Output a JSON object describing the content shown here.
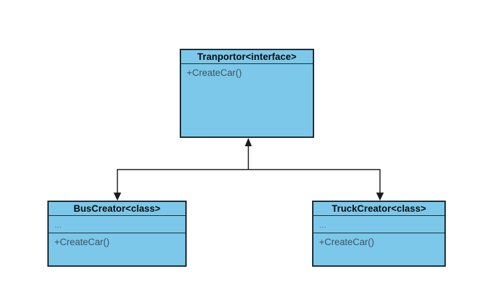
{
  "diagram": {
    "colors": {
      "background": "#ffffff",
      "box_fill": "#7bc8ea",
      "box_border": "#1c2b33",
      "title_text": "#0a0a0a",
      "method_text": "#3f5260",
      "attribute_text": "#4f7f9e",
      "connector": "#1a1a1a"
    },
    "nodes": {
      "transporter_interface": {
        "title": "Tranportor<interface>",
        "methods": [
          "+CreateCar()"
        ]
      },
      "bus_creator": {
        "title": "BusCreator<class>",
        "attributes_placeholder": "...",
        "methods": [
          "+CreateCar()"
        ]
      },
      "truck_creator": {
        "title": "TruckCreator<class>",
        "attributes_placeholder": "...",
        "methods": [
          "+CreateCar()"
        ]
      }
    },
    "connections": [
      {
        "type": "generalization",
        "from": "BusCreator<class>",
        "to": "Tranportor<interface>"
      },
      {
        "type": "generalization",
        "from": "TruckCreator<class>",
        "to": "Tranportor<interface>"
      }
    ]
  }
}
